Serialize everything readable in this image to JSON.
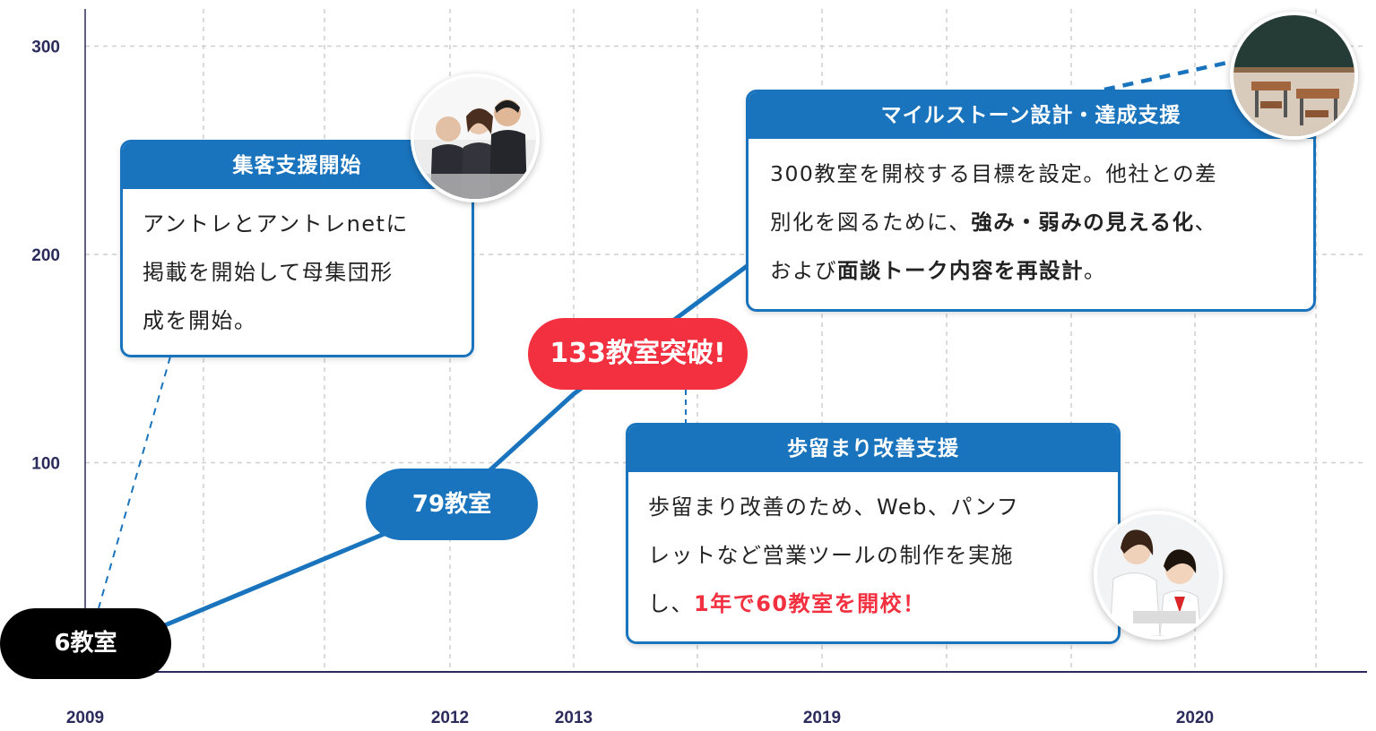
{
  "chart_data": {
    "type": "line",
    "x_ticks": [
      "2009",
      "2012",
      "2013",
      "2019",
      "2020"
    ],
    "y_ticks": [
      100,
      200,
      300
    ],
    "ylim": [
      0,
      300
    ],
    "grid": true,
    "series": [
      {
        "points": [
          [
            2009,
            6
          ],
          [
            2012,
            79
          ],
          [
            2013,
            133
          ],
          [
            2019,
            221
          ]
        ]
      }
    ],
    "labels": {
      "start": "6教室",
      "mid": "79教室",
      "peak": "133教室突破!"
    }
  },
  "cards": {
    "c1": {
      "title": "集客支援開始",
      "line1": "アントレとアントレnetに",
      "line2": "掲載を開始して母集団形",
      "line3": "成を開始。"
    },
    "c2": {
      "title": "マイルストーン設計・達成支援",
      "line1": "300教室を開校する目標を設定。他社との差",
      "l2a": "別化を図るために、",
      "l2b": "強み・弱みの見える化",
      "l2c": "、",
      "l3a": "および",
      "l3b": "面談トーク内容を再設計",
      "l3c": "。"
    },
    "c3": {
      "title": "歩留まり改善支援",
      "line1": "歩留まり改善のため、Web、パンフ",
      "line2": "レットなど営業ツールの制作を実施",
      "l3a": "し、",
      "l3b": "1年で60教室を開校！"
    }
  },
  "colors": {
    "blue": "#1a74bd",
    "red": "#f2303f",
    "black": "#000000",
    "axis": "#2b2b5c",
    "grid": "#cfcfcf"
  }
}
